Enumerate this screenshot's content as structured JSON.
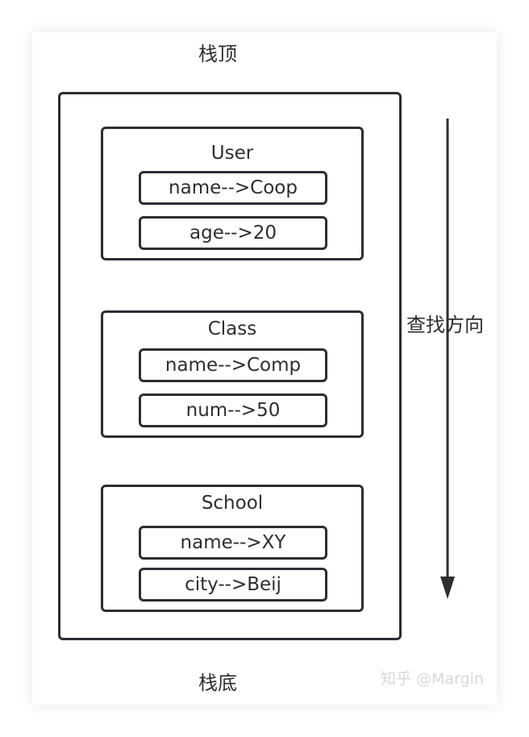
{
  "labels": {
    "top": "栈顶",
    "bottom": "栈底",
    "direction": "查找方向"
  },
  "frames": [
    {
      "title": "User",
      "fields": [
        "name-->Coop",
        "age-->20"
      ]
    },
    {
      "title": "Class",
      "fields": [
        "name-->Comp",
        "num-->50"
      ]
    },
    {
      "title": "School",
      "fields": [
        "name-->XY",
        "city-->Beij"
      ]
    }
  ],
  "watermark": "知乎 @Margin",
  "colors": {
    "stroke": "#2b2e33",
    "watermark": "#d6d8dc"
  }
}
